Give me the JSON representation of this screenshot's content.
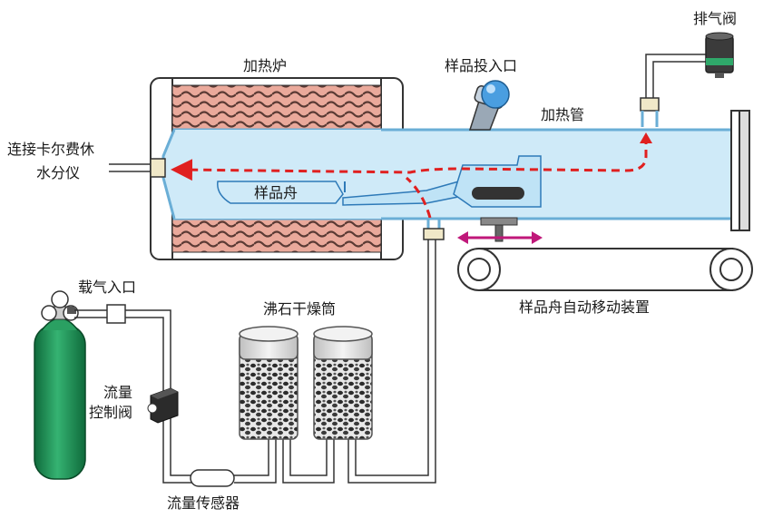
{
  "labels": {
    "vent_valve": "排气阀",
    "heating_furnace": "加热炉",
    "sample_inlet": "样品投入口",
    "heating_tube": "加热管",
    "karl_fischer_line1": "连接卡尔费休",
    "karl_fischer_line2": "水分仪",
    "sample_boat": "样品舟",
    "auto_mover": "样品舟自动移动装置",
    "carrier_gas_inlet": "载气入口",
    "flow_control_line1": "流量",
    "flow_control_line2": "控制阀",
    "zeolite_dryer": "沸石干燥筒",
    "flow_sensor": "流量传感器"
  },
  "colors": {
    "furnace_coil": "#e9a79a",
    "tube_fill": "#cde9f7",
    "tube_stroke": "#6aaed6",
    "gas_flow_arrow": "#e02020",
    "move_arrow": "#c0187a",
    "gas_cylinder": "#1f9a5a"
  },
  "icons": {
    "gas_flow": "dashed-arrow-left",
    "boat_motion": "double-arrow-horizontal"
  }
}
